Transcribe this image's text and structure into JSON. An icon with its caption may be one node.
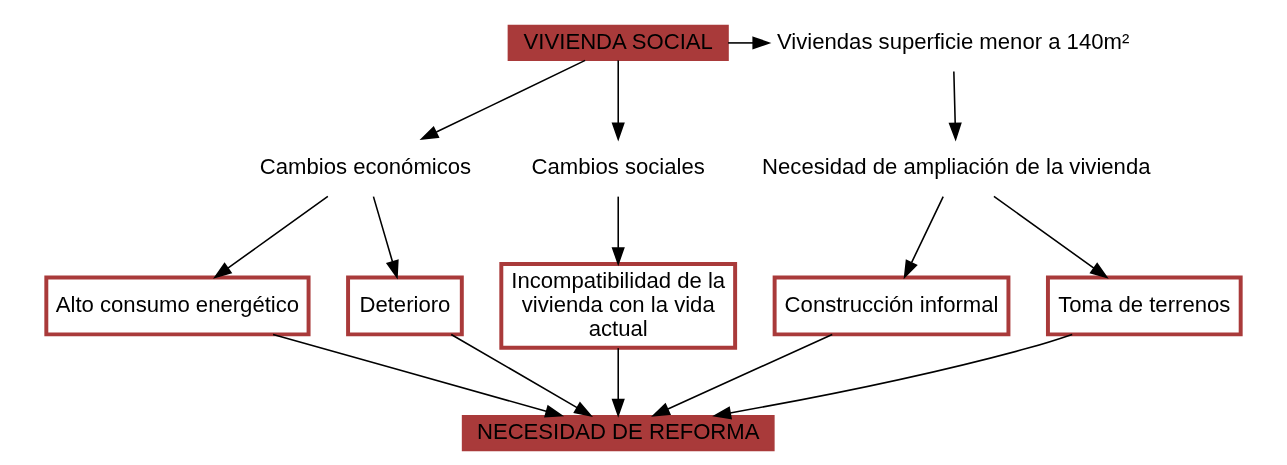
{
  "diagram": {
    "nodes": [
      {
        "text": [
          "VIVIENDA SOCIAL"
        ]
      },
      {
        "text": [
          "Viviendas superficie menor a 140m²"
        ]
      },
      {
        "text": [
          "Cambios económicos"
        ]
      },
      {
        "text": [
          "Cambios sociales"
        ]
      },
      {
        "text": [
          "Necesidad de ampliación de la vivienda"
        ]
      },
      {
        "text": [
          "Alto consumo energético"
        ]
      },
      {
        "text": [
          "Deterioro"
        ]
      },
      {
        "text": [
          "Incompatibilidad de la vivienda con la vida actual"
        ]
      },
      {
        "text": [
          "Construcción informal"
        ]
      },
      {
        "text": [
          "Toma de terrenos"
        ]
      },
      {
        "text": [
          "NECESIDAD DE REFORMA"
        ]
      }
    ],
    "edges": [
      {
        "from": 0,
        "to": 1,
        "arrow": "to"
      },
      {
        "from": 0,
        "to": 2,
        "arrow": "to"
      },
      {
        "from": 0,
        "to": 3,
        "arrow": "to"
      },
      {
        "from": 1,
        "to": 4,
        "arrow": "to"
      },
      {
        "from": 2,
        "to": 5,
        "arrow": "to"
      },
      {
        "from": 2,
        "to": 6,
        "arrow": "to"
      },
      {
        "from": 3,
        "to": 7,
        "arrow": "to"
      },
      {
        "from": 4,
        "to": 8,
        "arrow": "to"
      },
      {
        "from": 4,
        "to": 9,
        "arrow": "to"
      },
      {
        "from": 5,
        "to": 10,
        "arrow": "to"
      },
      {
        "from": 6,
        "to": 10,
        "arrow": "to"
      },
      {
        "from": 7,
        "to": 10,
        "arrow": "to"
      },
      {
        "from": 8,
        "to": 10,
        "arrow": "to"
      },
      {
        "from": 9,
        "to": 10,
        "arrow": "to"
      }
    ]
  }
}
